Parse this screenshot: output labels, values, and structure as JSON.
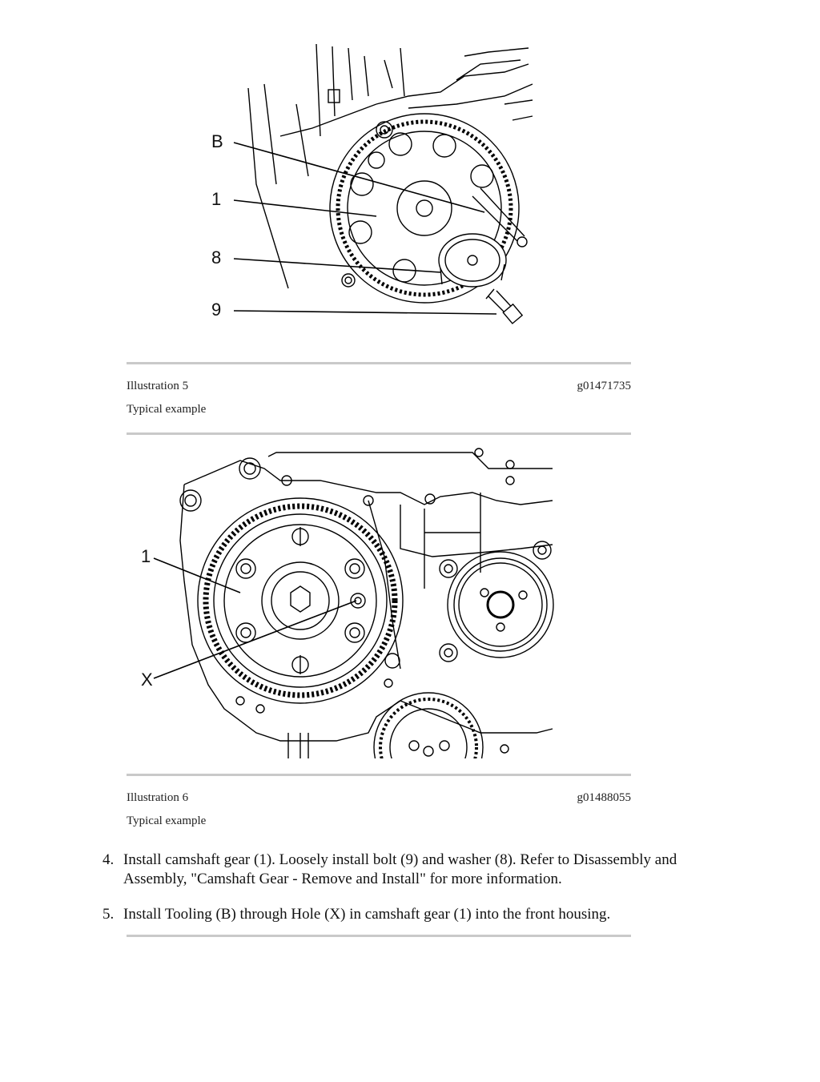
{
  "figure1": {
    "caption_label": "Illustration 5",
    "caption_id": "g01471735",
    "caption_note": "Typical example",
    "callouts": [
      "B",
      "1",
      "8",
      "9"
    ]
  },
  "figure2": {
    "caption_label": "Illustration 6",
    "caption_id": "g01488055",
    "caption_note": "Typical example",
    "callouts": [
      "1",
      "X"
    ]
  },
  "steps": [
    {
      "number": "4.",
      "line1": "Install camshaft gear (1). Loosely install bolt (9) and washer (8). Refer to Disassembly and",
      "line2": "Assembly, \"Camshaft Gear - Remove and Install\" for more information."
    },
    {
      "number": "5.",
      "line1": "Install Tooling (B) through Hole (X) in camshaft gear (1) into the front housing."
    }
  ]
}
